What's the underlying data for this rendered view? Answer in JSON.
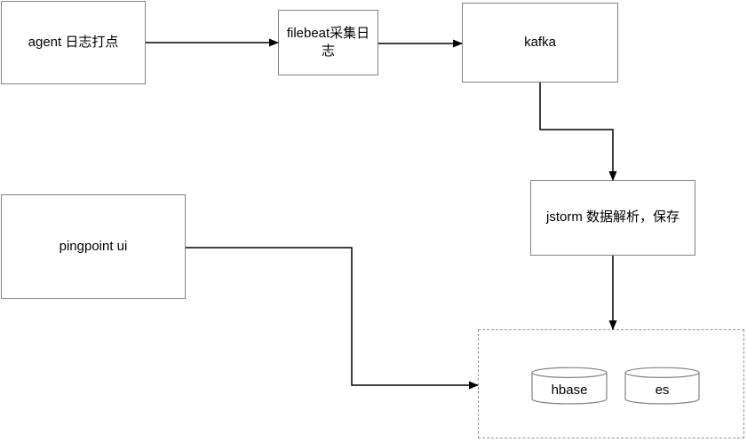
{
  "diagram": {
    "title": "log pipeline flow diagram",
    "nodes": {
      "agent": {
        "label": "agent 日志打点",
        "shape": "rect"
      },
      "filebeat": {
        "label": "filebeat采集日志",
        "shape": "rect"
      },
      "kafka": {
        "label": "kafka",
        "shape": "rect"
      },
      "jstorm": {
        "label": "jstorm 数据解析，保存",
        "shape": "rect"
      },
      "pinpoint_ui": {
        "label": "pingpoint ui",
        "shape": "rect"
      },
      "storage": {
        "label": "",
        "shape": "dashed-group",
        "children": [
          "hbase",
          "es"
        ]
      },
      "hbase": {
        "label": "hbase",
        "shape": "cylinder"
      },
      "es": {
        "label": "es",
        "shape": "cylinder"
      }
    },
    "edges": [
      {
        "from": "agent",
        "to": "filebeat"
      },
      {
        "from": "filebeat",
        "to": "kafka"
      },
      {
        "from": "kafka",
        "to": "jstorm"
      },
      {
        "from": "jstorm",
        "to": "storage"
      },
      {
        "from": "pinpoint_ui",
        "to": "storage"
      }
    ],
    "colors": {
      "background": "#ffffff",
      "node_border": "#828282",
      "dashed_border": "#949494",
      "connector": "#000000",
      "text": "#000000"
    }
  }
}
